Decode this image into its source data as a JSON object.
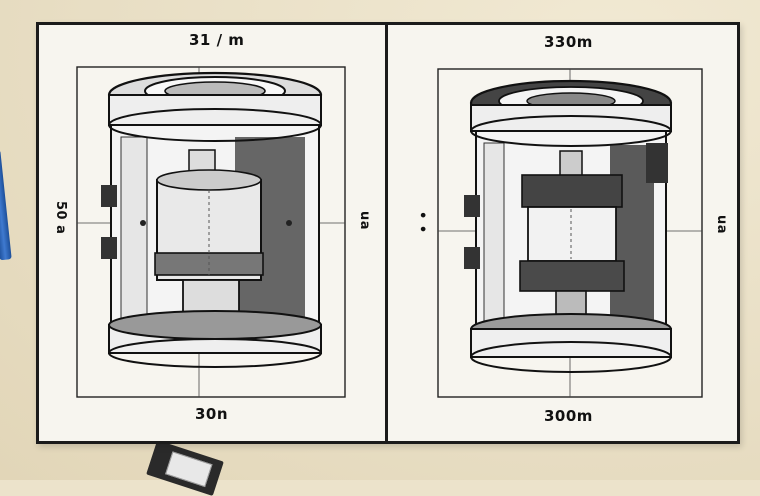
{
  "dimensions": {
    "left_top": "31 / m",
    "left_bottom": "30n",
    "left_side_left": "50 a",
    "left_side_right": "ua",
    "right_top": "330m",
    "right_bottom": "300m",
    "right_side_left": "• •",
    "right_side_right": "ua"
  },
  "colors": {
    "paper": "#f7f5ef",
    "ink": "#1b1b1b",
    "gray_dark": "#555555",
    "gray_mid": "#8a8a8a",
    "gray_light": "#cfcfcf"
  }
}
